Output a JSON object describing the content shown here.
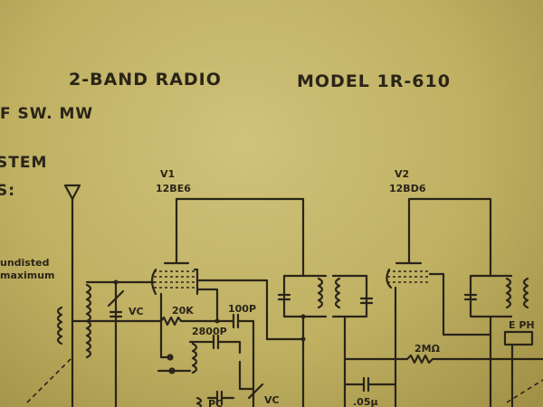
{
  "header": {
    "title": "2-BAND RADIO",
    "model": "MODEL  1R-610",
    "bands": "F SW.  MW",
    "system_fragment": "STEM",
    "specs_fragment": "S:"
  },
  "notes": {
    "line1": "undisted",
    "line2": "maximum"
  },
  "tubes": [
    {
      "name": "V1",
      "type": "12BE6"
    },
    {
      "name": "V2",
      "type": "12BD6"
    }
  ],
  "components": {
    "vc1": "VC",
    "r1": "20K",
    "c1": "100P",
    "c2": "2800P",
    "pc": "PC",
    "vc2": "VC",
    "r2": "2MΩ",
    "eph": "E PH",
    "c3": ".05µ"
  }
}
